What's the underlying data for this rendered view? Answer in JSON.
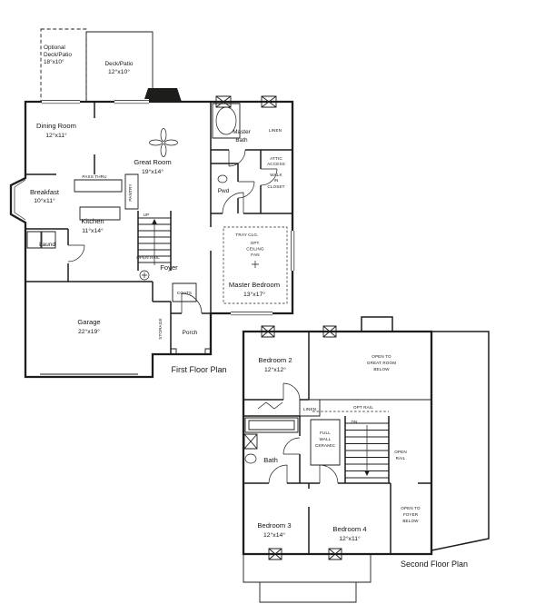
{
  "first_floor": {
    "caption": "First Floor Plan",
    "rooms": {
      "optional_deck": {
        "line1": "Optional",
        "line2": "Deck/Patio",
        "size": "18°x10°"
      },
      "deck": {
        "name": "Deck/Patio",
        "size": "12°x10°"
      },
      "dining": {
        "name": "Dining Room",
        "size": "12°x11°"
      },
      "great": {
        "name": "Great Room",
        "size": "19°x14°"
      },
      "master_bath": {
        "line1": "Master",
        "line2": "Bath"
      },
      "breakfast": {
        "name": "Breakfast",
        "size": "10°x11°"
      },
      "powder": {
        "name": "Pwd"
      },
      "kitchen": {
        "name": "Kitchen",
        "size": "11°x14°"
      },
      "laundry": {
        "name": "Laund"
      },
      "foyer": {
        "name": "Foyer"
      },
      "master_bedroom": {
        "name": "Master Bedroom",
        "size": "13°x17°"
      },
      "garage": {
        "name": "Garage",
        "size": "22°x19°"
      },
      "porch": {
        "name": "Porch"
      }
    },
    "notes": {
      "pass_thru": "PASS THRU",
      "pantry": "PANTRY",
      "linen": "LINEN",
      "attic1": "ATTIC",
      "attic2": "ACCESS",
      "wic1": "WALK",
      "wic2": "IN",
      "wic3": "CLOSET",
      "up": "UP",
      "open_rail": "OPEN RAIL",
      "coats": "COATS",
      "storage": "STORAGE",
      "tray": "TRAY CLG.",
      "fan1": "OPT.",
      "fan2": "CEILING",
      "fan3": "FAN"
    }
  },
  "second_floor": {
    "caption": "Second Floor Plan",
    "rooms": {
      "bedroom2": {
        "name": "Bedroom 2",
        "size": "12°x12°"
      },
      "bedroom3": {
        "name": "Bedroom 3",
        "size": "12°x14°"
      },
      "bedroom4": {
        "name": "Bedroom 4",
        "size": "12°x11°"
      },
      "bath": {
        "name": "Bath"
      }
    },
    "notes": {
      "open_great1": "OPEN TO",
      "open_great2": "GREAT ROOM",
      "open_great3": "BELOW",
      "linen": "LINEN",
      "opt_rail": "OPT RAIL",
      "full1": "FULL",
      "full2": "WALL",
      "full3": "CERAMIC",
      "dn": "DN",
      "open_rail1": "OPEN",
      "open_rail2": "RAIL",
      "open_foyer1": "OPEN TO",
      "open_foyer2": "FOYER",
      "open_foyer3": "BELOW"
    }
  }
}
